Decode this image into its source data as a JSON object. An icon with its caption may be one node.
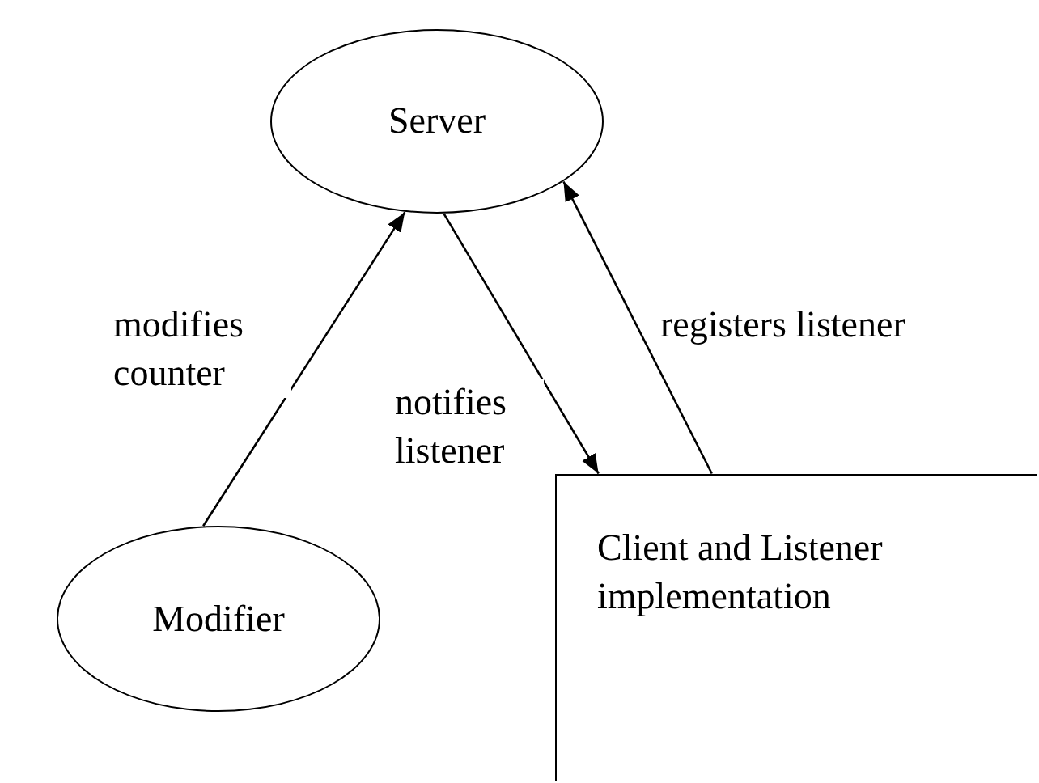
{
  "diagram": {
    "nodes": [
      {
        "text": [
          "Server"
        ]
      },
      {
        "text": [
          "Modifier"
        ]
      },
      {
        "text": [
          "Client and Listener implementation"
        ]
      }
    ],
    "edges": [
      {
        "from": 1,
        "to": 0,
        "arrow": "to",
        "label": "modifies counter"
      },
      {
        "from": 0,
        "to": 2,
        "arrow": "to",
        "label": "notifies listener"
      },
      {
        "from": 2,
        "to": 0,
        "arrow": "to",
        "label": "registers listener"
      }
    ]
  }
}
